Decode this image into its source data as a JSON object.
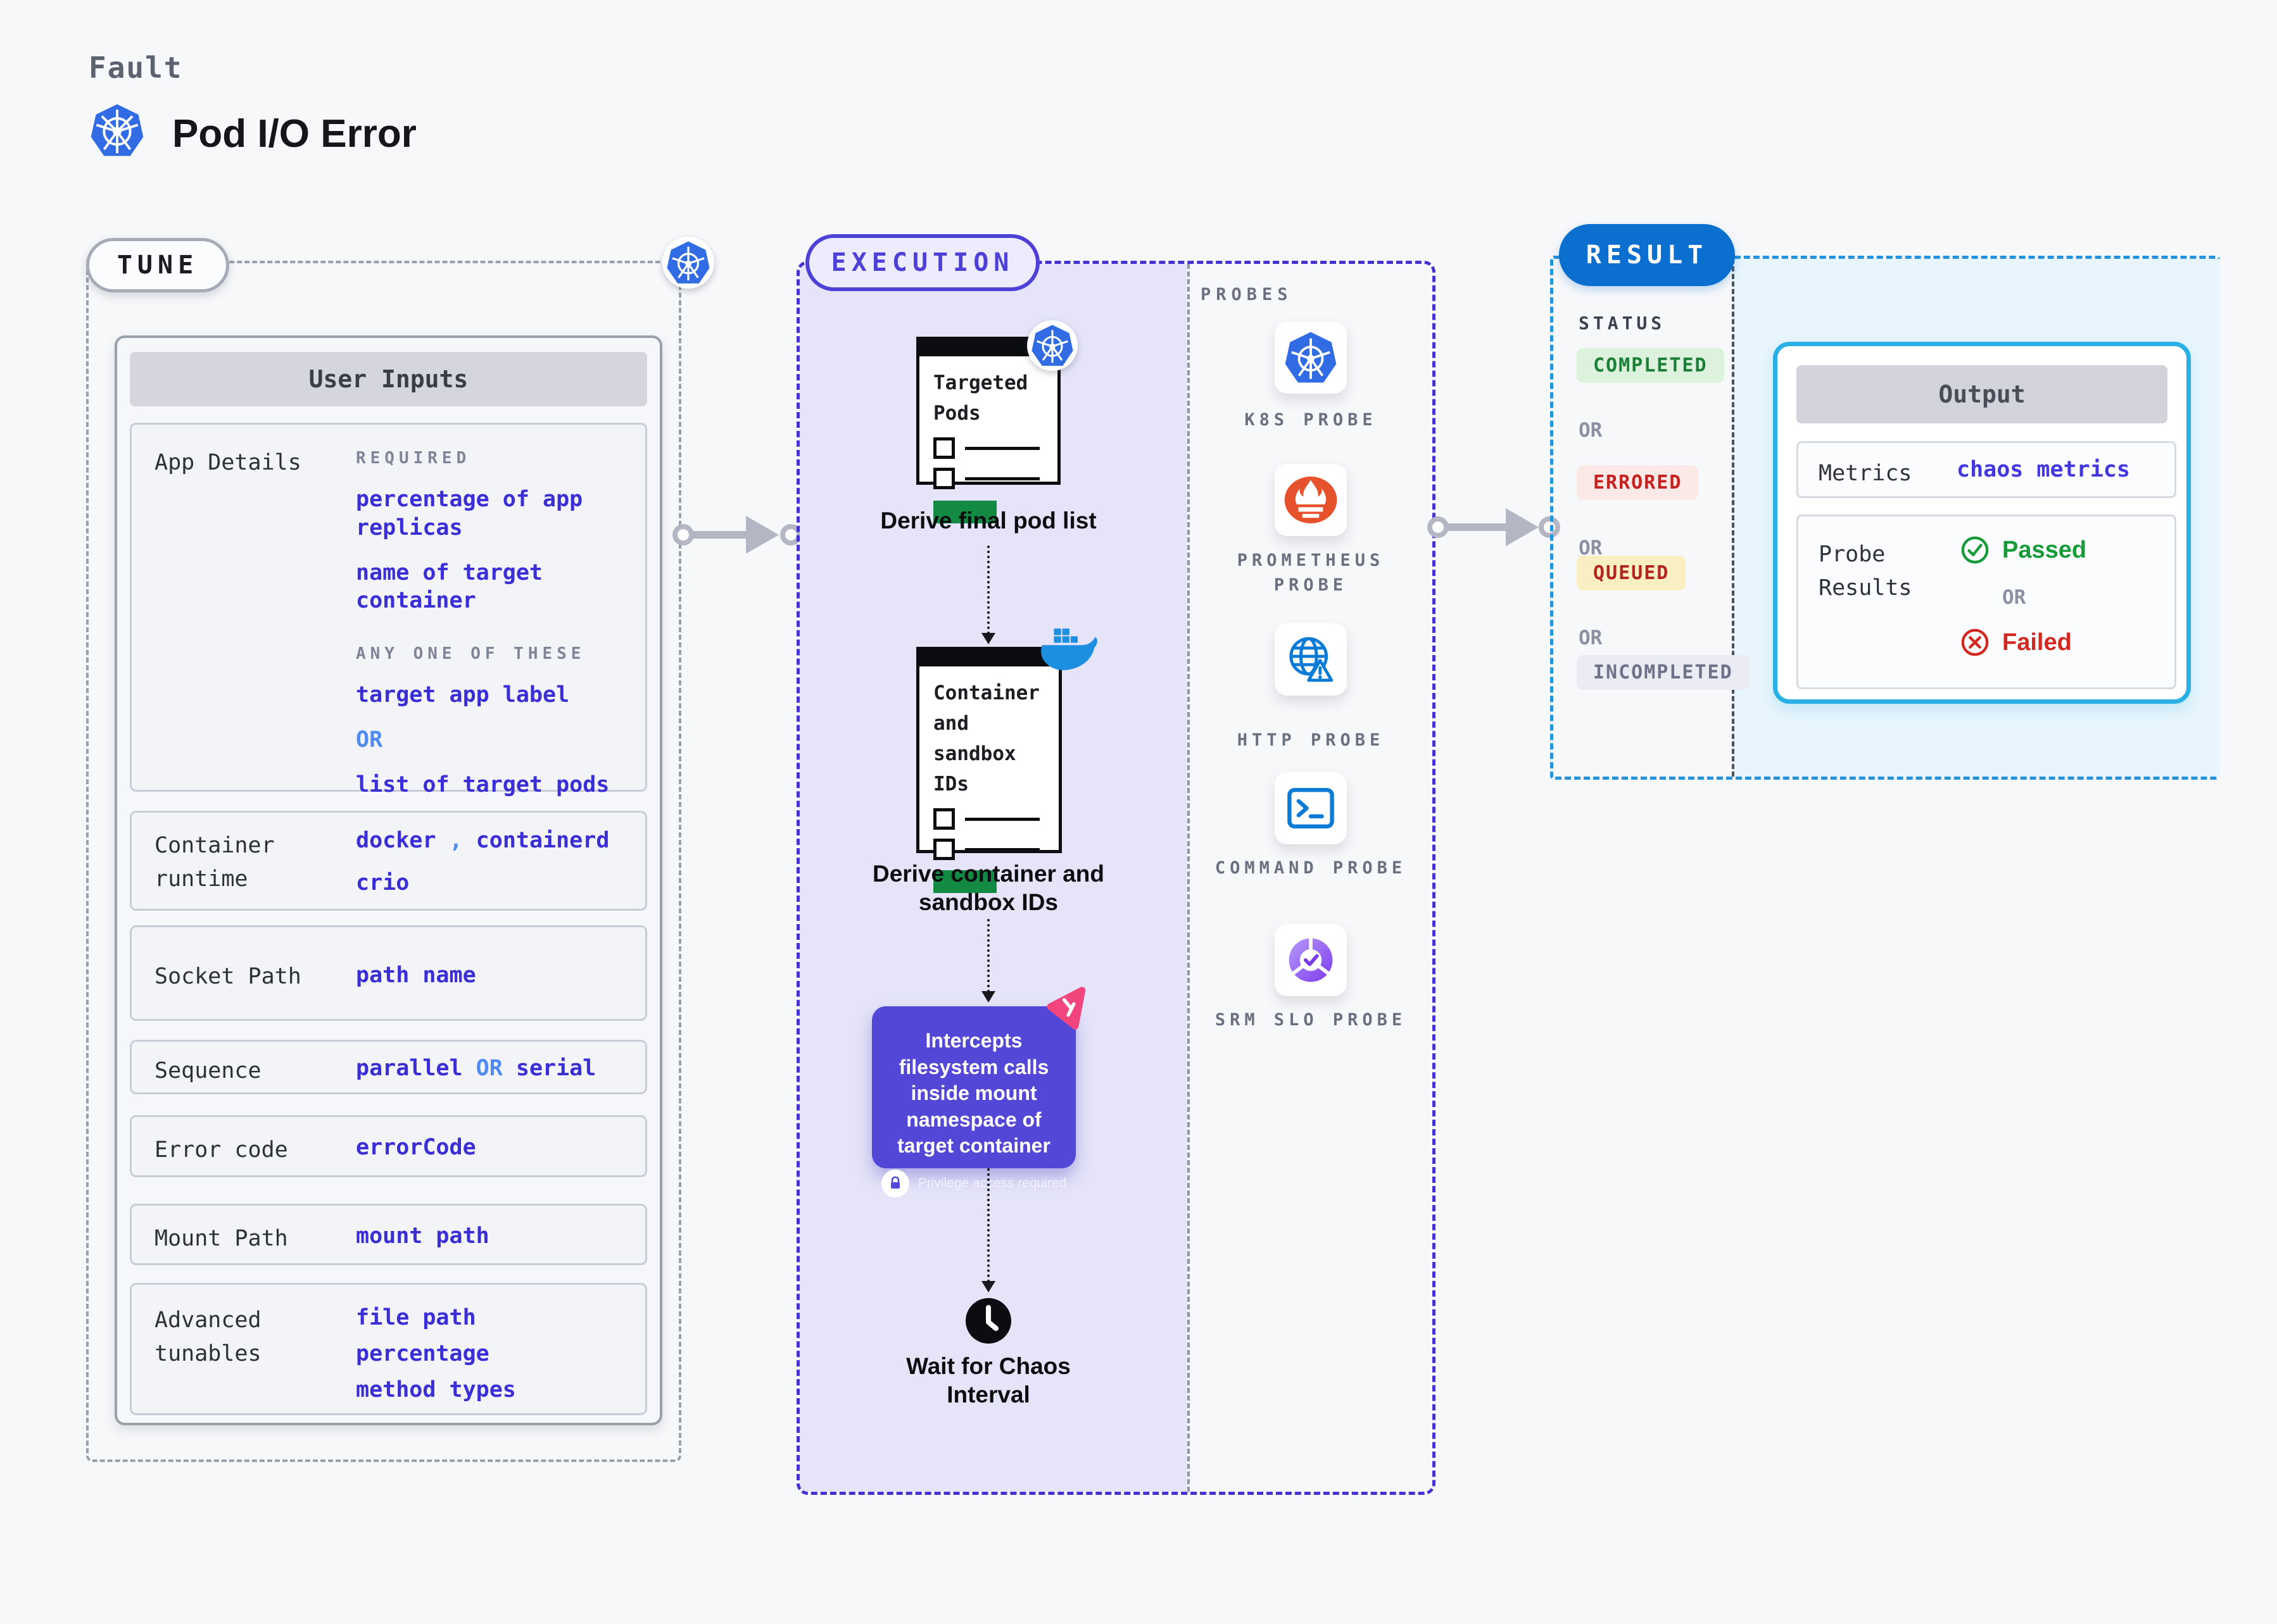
{
  "header": {
    "eyebrow": "Fault",
    "title": "Pod I/O Error"
  },
  "tune": {
    "pill": "TUNE",
    "user_inputs": {
      "title": "User Inputs",
      "app_details": {
        "label": "App Details",
        "required_label": "REQUIRED",
        "required_items": [
          "percentage of app replicas",
          "name of target container"
        ],
        "any_label": "ANY ONE OF THESE",
        "option_a": "target app label",
        "or": "OR",
        "option_b": "list of target pods"
      },
      "container_runtime": {
        "label": "Container runtime",
        "v1": "docker",
        "sep": ",",
        "v2": "containerd",
        "v3": "crio"
      },
      "socket_path": {
        "label": "Socket Path",
        "value": "path name"
      },
      "sequence": {
        "label": "Sequence",
        "v1": "parallel",
        "or": "OR",
        "v2": "serial"
      },
      "error_code": {
        "label": "Error code",
        "value": "errorCode"
      },
      "mount_path": {
        "label": "Mount Path",
        "value": "mount path"
      },
      "advanced": {
        "label": "Advanced tunables",
        "items": [
          "file path",
          "percentage",
          "method types"
        ]
      }
    }
  },
  "execution": {
    "pill": "EXECUTION",
    "node1": {
      "title": "Targeted Pods",
      "caption": "Derive final pod list"
    },
    "node2": {
      "title": "Container and sandbox IDs",
      "caption": "Derive container and sandbox IDs"
    },
    "intercept": {
      "text": "Intercepts filesystem calls inside mount namespace of target container",
      "privilege": "Privilege access required"
    },
    "wait": {
      "caption": "Wait for Chaos Interval"
    }
  },
  "probes": {
    "label": "PROBES",
    "items": [
      {
        "name": "K8S PROBE",
        "icon": "kubernetes-icon"
      },
      {
        "name": "PROMETHEUS PROBE",
        "icon": "prometheus-icon"
      },
      {
        "name": "HTTP PROBE",
        "icon": "globe-alert-icon"
      },
      {
        "name": "COMMAND PROBE",
        "icon": "terminal-icon"
      },
      {
        "name": "SRM SLO PROBE",
        "icon": "slo-donut-check-icon"
      }
    ]
  },
  "result": {
    "pill": "RESULT",
    "status": {
      "label": "STATUS",
      "or": "OR",
      "badges": [
        {
          "text": "COMPLETED",
          "fg": "#1b7f38",
          "bg": "#ddf2dd"
        },
        {
          "text": "ERRORED",
          "fg": "#c5221f",
          "bg": "#fbe9e8"
        },
        {
          "text": "QUEUED",
          "fg": "#b3261e",
          "bg": "#faeec3"
        },
        {
          "text": "INCOMPLETED",
          "fg": "#6d7289",
          "bg": "#ebecf3"
        }
      ]
    },
    "output": {
      "title": "Output",
      "metrics_label": "Metrics",
      "metrics_value": "chaos metrics",
      "probe_results_label": "Probe Results",
      "passed": "Passed",
      "or": "OR",
      "failed": "Failed"
    }
  },
  "colors": {
    "exec_accent": "#4334d2",
    "result_accent": "#2492dc",
    "value_blue": "#3a2fd6",
    "light_blue": "#4f8bf0",
    "passed_green": "#179b38",
    "failed_red": "#d3281f",
    "intercept_bg": "#5247d6",
    "k8s_blue": "#326ce5",
    "docker_blue": "#1d8fe1",
    "prometheus_orange": "#e6522c"
  }
}
